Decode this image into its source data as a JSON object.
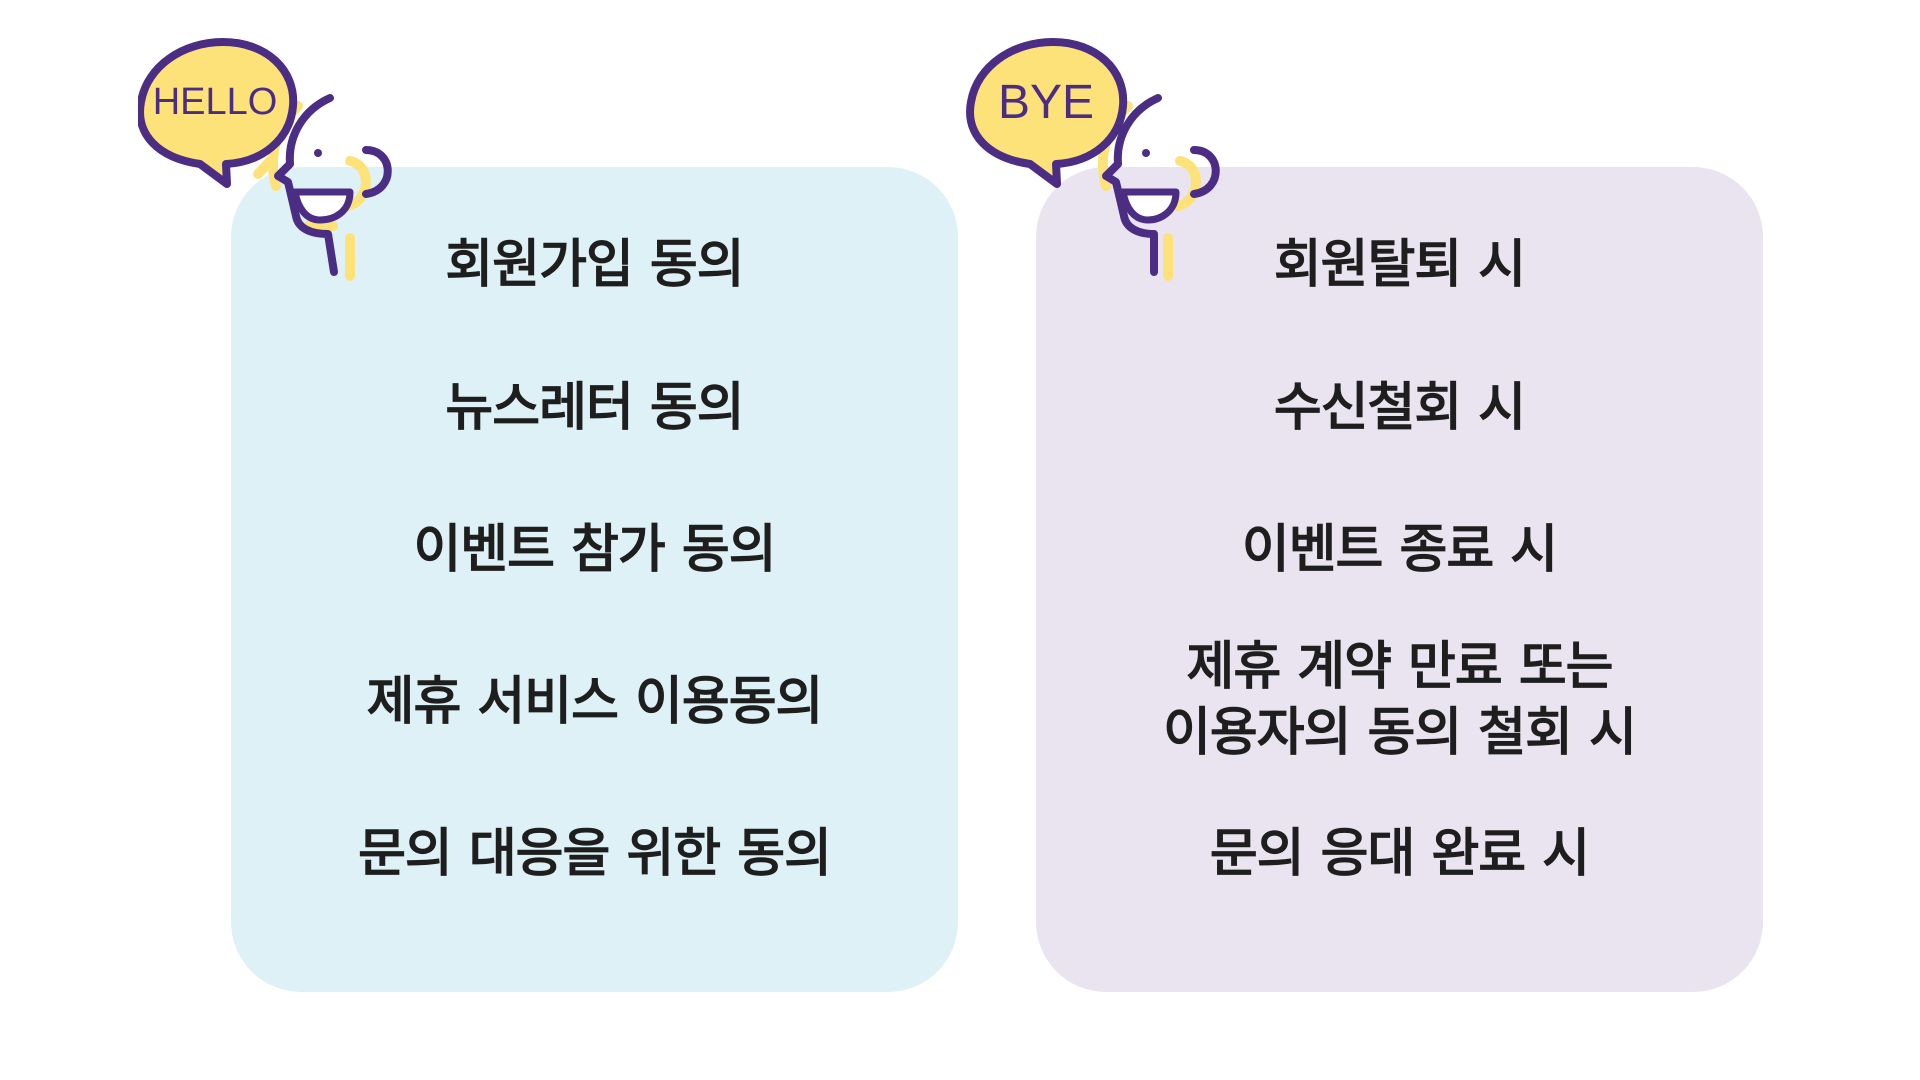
{
  "hello": {
    "badge": "HELLO",
    "items": [
      {
        "lines": [
          "회원가입 동의"
        ]
      },
      {
        "lines": [
          "뉴스레터 동의"
        ]
      },
      {
        "lines": [
          "이벤트 참가 동의"
        ]
      },
      {
        "lines": [
          "제휴 서비스 이용동의"
        ]
      },
      {
        "lines": [
          "문의 대응을 위한 동의"
        ]
      }
    ]
  },
  "bye": {
    "badge": "BYE",
    "items": [
      {
        "lines": [
          "회원탈퇴 시"
        ]
      },
      {
        "lines": [
          "수신철회 시"
        ]
      },
      {
        "lines": [
          "이벤트 종료 시"
        ]
      },
      {
        "lines": [
          "제휴 계약 만료 또는",
          "이용자의 동의 철회 시"
        ]
      },
      {
        "lines": [
          "문의 응대 완료 시"
        ]
      }
    ]
  },
  "colors": {
    "hello_card": "#def1f6",
    "bye_card": "#e9e4ef",
    "icon_purple": "#4b2d83",
    "icon_yellow": "#fde27a"
  }
}
